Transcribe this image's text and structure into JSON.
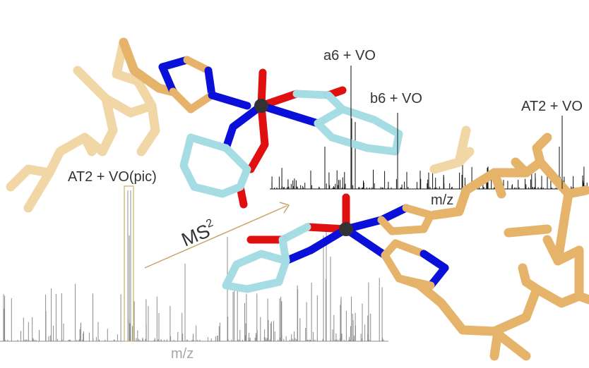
{
  "labels": {
    "precursor": "AT2 + VO(pic)",
    "ms2": "MS",
    "ms2_sup": "2",
    "mz_main": "m/z",
    "mz_inset": "m/z",
    "frag_a6": "a6 + VO",
    "frag_b6": "b6 + VO",
    "frag_at2": "AT2 + VO"
  },
  "colors": {
    "peptide": "#e6b36b",
    "peptide_faded": "#f3d8a8",
    "nitrogen": "#0a10d8",
    "oxygen": "#e01010",
    "vanadium": "#333333",
    "carbon_pic": "#a6dde4",
    "spectrum_main": "#8c8c8c",
    "spectrum_inset": "#111111",
    "highlight_box": "#c8b060",
    "arrow": "#c9a46a"
  }
}
